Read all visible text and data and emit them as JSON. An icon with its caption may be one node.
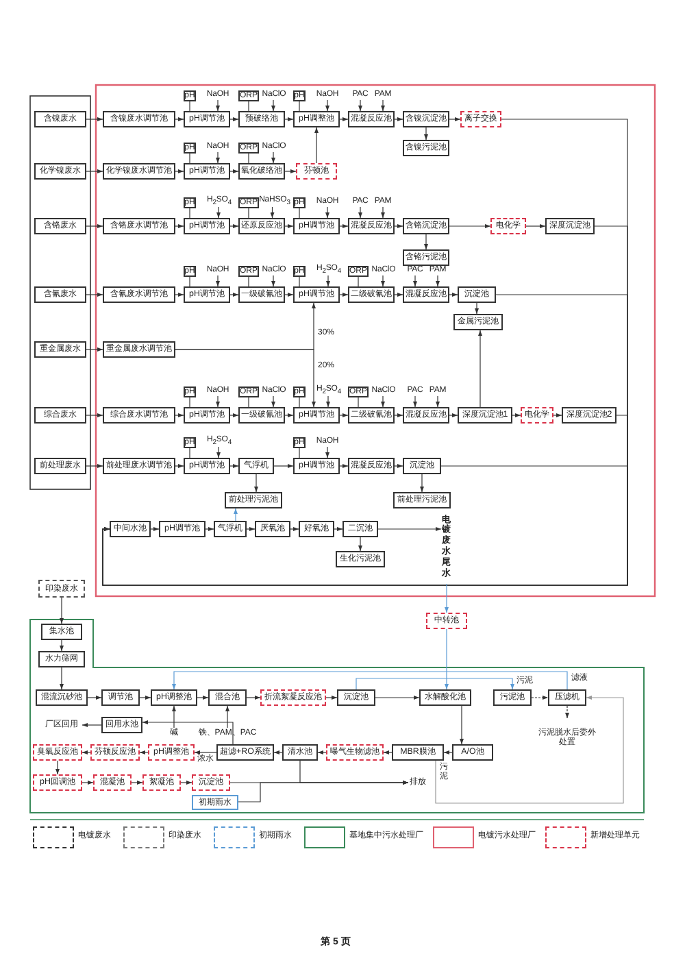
{
  "diagram": {
    "nodes": [
      {
        "text": [
          "含镍废水"
        ]
      },
      {
        "text": [
          "化学镍废水"
        ]
      },
      {
        "text": [
          "含铬废水"
        ]
      },
      {
        "text": [
          "含氰废水"
        ]
      },
      {
        "text": [
          "重金属废水"
        ]
      },
      {
        "text": [
          "综合废水"
        ]
      },
      {
        "text": [
          "前处理废水"
        ]
      },
      {
        "text": [
          "含镍废水调节池"
        ]
      },
      {
        "text": [
          "pH"
        ]
      },
      {
        "text": [
          "NaOH"
        ]
      },
      {
        "text": [
          "pH调节池"
        ]
      },
      {
        "text": [
          "ORP"
        ]
      },
      {
        "text": [
          "NaClO"
        ]
      },
      {
        "text": [
          "预破络池"
        ]
      },
      {
        "text": [
          "pH"
        ]
      },
      {
        "text": [
          "NaOH"
        ]
      },
      {
        "text": [
          "pH调整池"
        ]
      },
      {
        "text": [
          "PAC"
        ]
      },
      {
        "text": [
          "PAM"
        ]
      },
      {
        "text": [
          "混凝反应池"
        ]
      },
      {
        "text": [
          "含镍沉淀池"
        ]
      },
      {
        "text": [
          "离子交换"
        ]
      },
      {
        "text": [
          "含镍污泥池"
        ]
      },
      {
        "text": [
          "化学镍废水调节池"
        ]
      },
      {
        "text": [
          "pH"
        ]
      },
      {
        "text": [
          "NaOH"
        ]
      },
      {
        "text": [
          "pH调节池"
        ]
      },
      {
        "text": [
          "ORP"
        ]
      },
      {
        "text": [
          "NaClO"
        ]
      },
      {
        "text": [
          "氧化破络池"
        ]
      },
      {
        "text": [
          "芬顿池"
        ]
      },
      {
        "text": [
          "含铬废水调节池"
        ]
      },
      {
        "text": [
          "pH"
        ]
      },
      {
        "text": [
          "H$_{2}$SO$_{4}$"
        ]
      },
      {
        "text": [
          "pH调节池"
        ]
      },
      {
        "text": [
          "ORP"
        ]
      },
      {
        "text": [
          "NaHSO$_{3}$"
        ]
      },
      {
        "text": [
          "还原反应池"
        ]
      },
      {
        "text": [
          "pH"
        ]
      },
      {
        "text": [
          "NaOH"
        ]
      },
      {
        "text": [
          "pH调节池"
        ]
      },
      {
        "text": [
          "PAC"
        ]
      },
      {
        "text": [
          "PAM"
        ]
      },
      {
        "text": [
          "混凝反应池"
        ]
      },
      {
        "text": [
          "含铬沉淀池"
        ]
      },
      {
        "text": [
          "电化学"
        ]
      },
      {
        "text": [
          "深度沉淀池"
        ]
      },
      {
        "text": [
          "含铬污泥池"
        ]
      },
      {
        "text": [
          "含氰废水调节池"
        ]
      },
      {
        "text": [
          "pH"
        ]
      },
      {
        "text": [
          "NaOH"
        ]
      },
      {
        "text": [
          "pH调节池"
        ]
      },
      {
        "text": [
          "ORP"
        ]
      },
      {
        "text": [
          "NaClO"
        ]
      },
      {
        "text": [
          "一级破氰池"
        ]
      },
      {
        "text": [
          "pH"
        ]
      },
      {
        "text": [
          "H$_{2}$SO$_{4}$"
        ]
      },
      {
        "text": [
          "pH调节池"
        ]
      },
      {
        "text": [
          "ORP"
        ]
      },
      {
        "text": [
          "NaClO"
        ]
      },
      {
        "text": [
          "二级破氰池"
        ]
      },
      {
        "text": [
          "PAC"
        ]
      },
      {
        "text": [
          "PAM"
        ]
      },
      {
        "text": [
          "混凝反应池"
        ]
      },
      {
        "text": [
          "沉淀池"
        ]
      },
      {
        "text": [
          "金属污泥池"
        ]
      },
      {
        "text": [
          "重金属废水调节池"
        ]
      },
      {
        "text": [
          "综合废水调节池"
        ]
      },
      {
        "text": [
          "pH"
        ]
      },
      {
        "text": [
          "NaOH"
        ]
      },
      {
        "text": [
          "pH调节池"
        ]
      },
      {
        "text": [
          "ORP"
        ]
      },
      {
        "text": [
          "NaClO"
        ]
      },
      {
        "text": [
          "一级破氰池"
        ]
      },
      {
        "text": [
          "pH"
        ]
      },
      {
        "text": [
          "H$_{2}$SO$_{4}$"
        ]
      },
      {
        "text": [
          "pH调节池"
        ]
      },
      {
        "text": [
          "ORP"
        ]
      },
      {
        "text": [
          "NaClO"
        ]
      },
      {
        "text": [
          "二级破氰池"
        ]
      },
      {
        "text": [
          "PAC"
        ]
      },
      {
        "text": [
          "PAM"
        ]
      },
      {
        "text": [
          "混凝反应池"
        ]
      },
      {
        "text": [
          "深度沉淀池1"
        ]
      },
      {
        "text": [
          "电化学"
        ]
      },
      {
        "text": [
          "深度沉淀池2"
        ]
      },
      {
        "text": [
          "前处理废水调节池"
        ]
      },
      {
        "text": [
          "pH"
        ]
      },
      {
        "text": [
          "H$_{2}$SO$_{4}$"
        ]
      },
      {
        "text": [
          "pH调节池"
        ]
      },
      {
        "text": [
          "气浮机"
        ]
      },
      {
        "text": [
          "pH"
        ]
      },
      {
        "text": [
          "NaOH"
        ]
      },
      {
        "text": [
          "pH调节池"
        ]
      },
      {
        "text": [
          "混凝反应池"
        ]
      },
      {
        "text": [
          "沉淀池"
        ]
      },
      {
        "text": [
          "前处理污泥池"
        ]
      },
      {
        "text": [
          "前处理污泥池"
        ]
      },
      {
        "text": [
          "中间水池"
        ]
      },
      {
        "text": [
          "pH调节池"
        ]
      },
      {
        "text": [
          "气浮机"
        ]
      },
      {
        "text": [
          "厌氧池"
        ]
      },
      {
        "text": [
          "好氧池"
        ]
      },
      {
        "text": [
          "二沉池"
        ]
      },
      {
        "text": [
          "电镀废水尾水"
        ]
      },
      {
        "text": [
          "生化污泥池"
        ]
      },
      {
        "text": [
          "中转池"
        ]
      },
      {
        "text": [
          "印染废水"
        ]
      },
      {
        "text": [
          "集水池"
        ]
      },
      {
        "text": [
          "水力筛网"
        ]
      },
      {
        "text": [
          "混流沉砂池"
        ]
      },
      {
        "text": [
          "调节池"
        ]
      },
      {
        "text": [
          "pH调整池"
        ]
      },
      {
        "text": [
          "碱"
        ]
      },
      {
        "text": [
          "混合池"
        ]
      },
      {
        "text": [
          "铁、PAM、PAC"
        ]
      },
      {
        "text": [
          "折流絮凝反应池"
        ]
      },
      {
        "text": [
          "沉淀池"
        ]
      },
      {
        "text": [
          "水解酸化池"
        ]
      },
      {
        "text": [
          "污泥池"
        ]
      },
      {
        "text": [
          "压滤机"
        ]
      },
      {
        "text": [
          "污泥脱水后委外处置"
        ]
      },
      {
        "text": [
          "厂区回用"
        ]
      },
      {
        "text": [
          "回用水池"
        ]
      },
      {
        "text": [
          "臭氧反应池"
        ]
      },
      {
        "text": [
          "芬顿反应池"
        ]
      },
      {
        "text": [
          "pH调整池"
        ]
      },
      {
        "text": [
          "超滤+RO系统"
        ]
      },
      {
        "text": [
          "清水池"
        ]
      },
      {
        "text": [
          "曝气生物滤池"
        ]
      },
      {
        "text": [
          "MBR膜池"
        ]
      },
      {
        "text": [
          "A/O池"
        ]
      },
      {
        "text": [
          "pH回调池"
        ]
      },
      {
        "text": [
          "混凝池"
        ]
      },
      {
        "text": [
          "絮凝池"
        ]
      },
      {
        "text": [
          "沉淀池"
        ]
      },
      {
        "text": [
          "排放"
        ]
      },
      {
        "text": [
          "初期雨水"
        ]
      }
    ],
    "edges": [
      {
        "from": 0,
        "to": 7,
        "arrow": "to"
      },
      {
        "from": 1,
        "to": 23,
        "arrow": "to"
      },
      {
        "from": 2,
        "to": 31,
        "arrow": "to"
      },
      {
        "from": 3,
        "to": 48,
        "arrow": "to"
      },
      {
        "from": 4,
        "to": 66,
        "arrow": "to"
      },
      {
        "from": 5,
        "to": 67,
        "arrow": "to"
      },
      {
        "from": 6,
        "to": 86,
        "arrow": "to"
      },
      {
        "from": 7,
        "to": 10,
        "arrow": "to"
      },
      {
        "from": 10,
        "to": 13,
        "arrow": "to"
      },
      {
        "from": 13,
        "to": 16,
        "arrow": "to"
      },
      {
        "from": 16,
        "to": 19,
        "arrow": "to"
      },
      {
        "from": 19,
        "to": 20,
        "arrow": "to"
      },
      {
        "from": 20,
        "to": 21,
        "arrow": "to"
      },
      {
        "from": 20,
        "to": 22,
        "arrow": "to"
      },
      {
        "from": 8,
        "to": 10,
        "arrow": "none"
      },
      {
        "from": 9,
        "to": 10,
        "arrow": "to"
      },
      {
        "from": 11,
        "to": 13,
        "arrow": "none"
      },
      {
        "from": 12,
        "to": 13,
        "arrow": "to"
      },
      {
        "from": 14,
        "to": 16,
        "arrow": "none"
      },
      {
        "from": 15,
        "to": 16,
        "arrow": "to"
      },
      {
        "from": 17,
        "to": 19,
        "arrow": "to"
      },
      {
        "from": 18,
        "to": 19,
        "arrow": "to"
      },
      {
        "from": 21,
        "to": 98,
        "arrow": "to"
      },
      {
        "from": 23,
        "to": 26,
        "arrow": "to"
      },
      {
        "from": 26,
        "to": 29,
        "arrow": "to"
      },
      {
        "from": 29,
        "to": 30,
        "arrow": "to"
      },
      {
        "from": 30,
        "to": 16,
        "arrow": "to"
      },
      {
        "from": 24,
        "to": 26,
        "arrow": "none"
      },
      {
        "from": 25,
        "to": 26,
        "arrow": "to"
      },
      {
        "from": 27,
        "to": 29,
        "arrow": "none"
      },
      {
        "from": 28,
        "to": 29,
        "arrow": "to"
      },
      {
        "from": 31,
        "to": 34,
        "arrow": "to"
      },
      {
        "from": 34,
        "to": 37,
        "arrow": "to"
      },
      {
        "from": 37,
        "to": 40,
        "arrow": "to"
      },
      {
        "from": 40,
        "to": 43,
        "arrow": "to"
      },
      {
        "from": 43,
        "to": 44,
        "arrow": "to"
      },
      {
        "from": 44,
        "to": 45,
        "arrow": "to"
      },
      {
        "from": 45,
        "to": 46,
        "arrow": "to"
      },
      {
        "from": 44,
        "to": 47,
        "arrow": "to"
      },
      {
        "from": 32,
        "to": 34,
        "arrow": "none"
      },
      {
        "from": 33,
        "to": 34,
        "arrow": "to"
      },
      {
        "from": 35,
        "to": 37,
        "arrow": "none"
      },
      {
        "from": 36,
        "to": 37,
        "arrow": "to"
      },
      {
        "from": 38,
        "to": 40,
        "arrow": "none"
      },
      {
        "from": 39,
        "to": 40,
        "arrow": "to"
      },
      {
        "from": 41,
        "to": 43,
        "arrow": "to"
      },
      {
        "from": 42,
        "to": 43,
        "arrow": "to"
      },
      {
        "from": 46,
        "to": 98,
        "arrow": "to"
      },
      {
        "from": 48,
        "to": 51,
        "arrow": "to"
      },
      {
        "from": 51,
        "to": 54,
        "arrow": "to"
      },
      {
        "from": 54,
        "to": 57,
        "arrow": "to"
      },
      {
        "from": 57,
        "to": 60,
        "arrow": "to"
      },
      {
        "from": 60,
        "to": 63,
        "arrow": "to"
      },
      {
        "from": 63,
        "to": 64,
        "arrow": "to"
      },
      {
        "from": 64,
        "to": 65,
        "arrow": "to"
      },
      {
        "from": 49,
        "to": 51,
        "arrow": "none"
      },
      {
        "from": 50,
        "to": 51,
        "arrow": "to"
      },
      {
        "from": 52,
        "to": 54,
        "arrow": "none"
      },
      {
        "from": 53,
        "to": 54,
        "arrow": "to"
      },
      {
        "from": 55,
        "to": 57,
        "arrow": "none"
      },
      {
        "from": 56,
        "to": 57,
        "arrow": "to"
      },
      {
        "from": 58,
        "to": 60,
        "arrow": "none"
      },
      {
        "from": 59,
        "to": 60,
        "arrow": "to"
      },
      {
        "from": 61,
        "to": 63,
        "arrow": "to"
      },
      {
        "from": 62,
        "to": 63,
        "arrow": "to"
      },
      {
        "from": 64,
        "to": 98,
        "arrow": "to"
      },
      {
        "from": 66,
        "to": 57,
        "arrow": "to",
        "label": "30%"
      },
      {
        "from": 66,
        "to": 76,
        "arrow": "to",
        "label": "20%"
      },
      {
        "from": 67,
        "to": 70,
        "arrow": "to"
      },
      {
        "from": 70,
        "to": 73,
        "arrow": "to"
      },
      {
        "from": 73,
        "to": 76,
        "arrow": "to"
      },
      {
        "from": 76,
        "to": 79,
        "arrow": "to"
      },
      {
        "from": 79,
        "to": 82,
        "arrow": "to"
      },
      {
        "from": 82,
        "to": 83,
        "arrow": "to"
      },
      {
        "from": 83,
        "to": 84,
        "arrow": "to"
      },
      {
        "from": 84,
        "to": 85,
        "arrow": "to"
      },
      {
        "from": 83,
        "to": 65,
        "arrow": "to"
      },
      {
        "from": 68,
        "to": 70,
        "arrow": "none"
      },
      {
        "from": 69,
        "to": 70,
        "arrow": "to"
      },
      {
        "from": 71,
        "to": 73,
        "arrow": "none"
      },
      {
        "from": 72,
        "to": 73,
        "arrow": "to"
      },
      {
        "from": 74,
        "to": 76,
        "arrow": "none"
      },
      {
        "from": 75,
        "to": 76,
        "arrow": "to"
      },
      {
        "from": 77,
        "to": 79,
        "arrow": "none"
      },
      {
        "from": 78,
        "to": 79,
        "arrow": "to"
      },
      {
        "from": 80,
        "to": 82,
        "arrow": "to"
      },
      {
        "from": 81,
        "to": 82,
        "arrow": "to"
      },
      {
        "from": 85,
        "to": 98,
        "arrow": "to"
      },
      {
        "from": 86,
        "to": 89,
        "arrow": "to"
      },
      {
        "from": 89,
        "to": 90,
        "arrow": "to"
      },
      {
        "from": 90,
        "to": 93,
        "arrow": "to"
      },
      {
        "from": 93,
        "to": 94,
        "arrow": "to"
      },
      {
        "from": 94,
        "to": 95,
        "arrow": "to"
      },
      {
        "from": 90,
        "to": 96,
        "arrow": "to"
      },
      {
        "from": 95,
        "to": 97,
        "arrow": "to"
      },
      {
        "from": 87,
        "to": 89,
        "arrow": "none"
      },
      {
        "from": 88,
        "to": 89,
        "arrow": "to"
      },
      {
        "from": 91,
        "to": 93,
        "arrow": "none"
      },
      {
        "from": 92,
        "to": 93,
        "arrow": "to"
      },
      {
        "from": 95,
        "to": 98,
        "arrow": "to"
      },
      {
        "from": 98,
        "to": 99,
        "arrow": "to"
      },
      {
        "from": 99,
        "to": 100,
        "arrow": "to"
      },
      {
        "from": 100,
        "to": 101,
        "arrow": "to"
      },
      {
        "from": 101,
        "to": 102,
        "arrow": "to"
      },
      {
        "from": 102,
        "to": 103,
        "arrow": "to"
      },
      {
        "from": 103,
        "to": 104,
        "arrow": "to"
      },
      {
        "from": 103,
        "to": 105,
        "arrow": "to"
      },
      {
        "from": 100,
        "to": 96,
        "arrow": "to",
        "color": "#5b9bd5"
      },
      {
        "from": 104,
        "to": 106,
        "arrow": "to",
        "color": "#5b9bd5"
      },
      {
        "from": 106,
        "to": 118,
        "arrow": "to",
        "color": "#5b9bd5"
      },
      {
        "from": 107,
        "to": 108,
        "arrow": "to"
      },
      {
        "from": 108,
        "to": 109,
        "arrow": "to"
      },
      {
        "from": 109,
        "to": 110,
        "arrow": "to"
      },
      {
        "from": 110,
        "to": 111,
        "arrow": "to"
      },
      {
        "from": 111,
        "to": 112,
        "arrow": "to"
      },
      {
        "from": 112,
        "to": 114,
        "arrow": "to"
      },
      {
        "from": 114,
        "to": 116,
        "arrow": "to"
      },
      {
        "from": 116,
        "to": 117,
        "arrow": "to"
      },
      {
        "from": 117,
        "to": 118,
        "arrow": "to"
      },
      {
        "from": 113,
        "to": 112,
        "arrow": "to"
      },
      {
        "from": 115,
        "to": 114,
        "arrow": "to"
      },
      {
        "from": 117,
        "to": 119,
        "arrow": "to",
        "label": "污泥",
        "color": "#5b9bd5"
      },
      {
        "from": 119,
        "to": 120,
        "arrow": "to",
        "style": "dashed"
      },
      {
        "from": 120,
        "to": 112,
        "arrow": "to",
        "label": "滤液",
        "color": "#5b9bd5"
      },
      {
        "from": 120,
        "to": 121,
        "arrow": "to",
        "style": "dashed"
      },
      {
        "from": 118,
        "to": 131,
        "arrow": "to"
      },
      {
        "from": 131,
        "to": 130,
        "arrow": "to"
      },
      {
        "from": 130,
        "to": 129,
        "arrow": "to"
      },
      {
        "from": 129,
        "to": 128,
        "arrow": "to"
      },
      {
        "from": 128,
        "to": 127,
        "arrow": "to"
      },
      {
        "from": 127,
        "to": 123,
        "arrow": "to"
      },
      {
        "from": 123,
        "to": 122,
        "arrow": "to"
      },
      {
        "from": 127,
        "to": 126,
        "arrow": "to",
        "label": "浓水"
      },
      {
        "from": 126,
        "to": 125,
        "arrow": "to"
      },
      {
        "from": 125,
        "to": 124,
        "arrow": "to"
      },
      {
        "from": 124,
        "to": 132,
        "arrow": "to"
      },
      {
        "from": 132,
        "to": 133,
        "arrow": "to"
      },
      {
        "from": 133,
        "to": 134,
        "arrow": "to"
      },
      {
        "from": 134,
        "to": 135,
        "arrow": "to"
      },
      {
        "from": 135,
        "to": 136,
        "arrow": "to"
      },
      {
        "from": 128,
        "to": 136,
        "arrow": "to"
      },
      {
        "from": 137,
        "to": 136,
        "arrow": "to"
      },
      {
        "from": 130,
        "to": 120,
        "arrow": "to",
        "label": "污泥",
        "color": "#999999"
      }
    ],
    "labels": [
      "第 5 页"
    ],
    "legend": [
      {
        "text": "电镀废水"
      },
      {
        "text": "印染废水"
      },
      {
        "text": "初期雨水"
      },
      {
        "text": "基地集中污水处理厂"
      },
      {
        "text": "电镀污水处理厂"
      },
      {
        "text": "新增处理单元"
      }
    ]
  }
}
